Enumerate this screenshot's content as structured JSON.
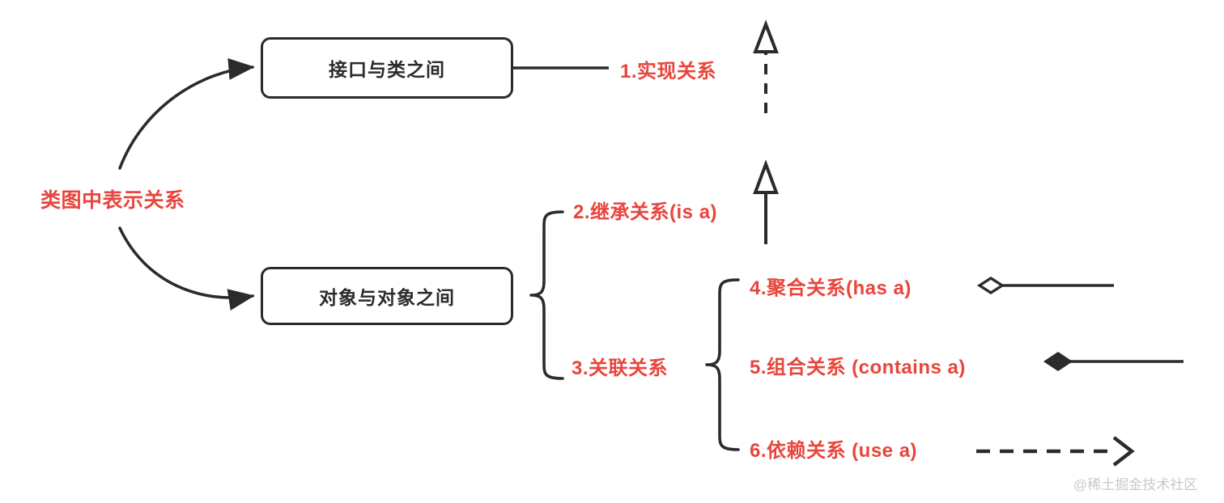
{
  "diagram": {
    "title": "类图中表示关系",
    "root_label": "类图中表示关系",
    "accent_color": "#e8453c",
    "line_color": "#2b2b2b",
    "background": "#ffffff",
    "nodes": [
      {
        "id": "interface-class",
        "label": "接口与类之间"
      },
      {
        "id": "object-object",
        "label": "对象与对象之间"
      }
    ],
    "relations": [
      {
        "id": "rel-1",
        "label": "1.实现关系",
        "notation": "dashed-line-hollow-triangle-arrow-up"
      },
      {
        "id": "rel-2",
        "label": "2.继承关系(is a)",
        "notation": "solid-line-hollow-triangle-arrow-up"
      },
      {
        "id": "rel-3",
        "label": "3.关联关系",
        "notation": "brace-group"
      },
      {
        "id": "rel-4",
        "label": "4.聚合关系(has a)",
        "notation": "hollow-diamond-solid-line"
      },
      {
        "id": "rel-5",
        "label": "5.组合关系 (contains a)",
        "notation": "filled-diamond-solid-line"
      },
      {
        "id": "rel-6",
        "label": "6.依赖关系 (use a)",
        "notation": "dashed-line-open-arrow-right"
      }
    ],
    "watermark": "@稀土掘金技术社区"
  }
}
